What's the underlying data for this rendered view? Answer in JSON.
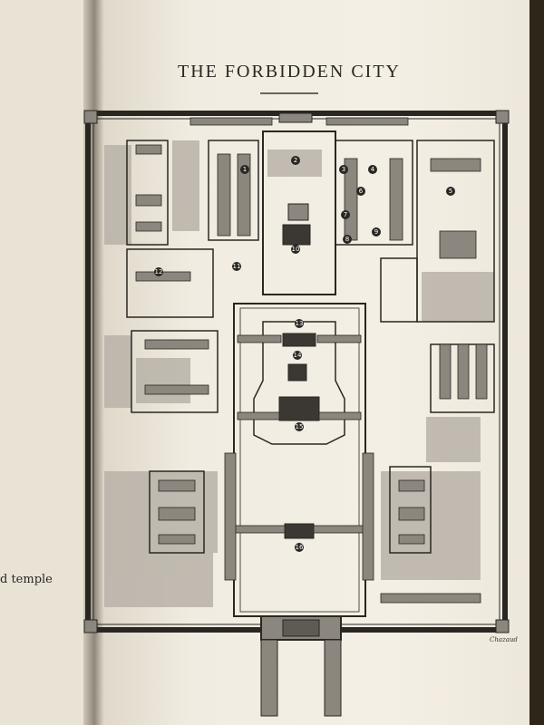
{
  "page": {
    "title": "THE FORBIDDEN CITY",
    "left_page_text": "d temple",
    "map_credit": "Chazaud"
  },
  "colors": {
    "paper": "#f4efe5",
    "ink": "#2a2622",
    "building": "#8b867e",
    "dark_hall": "#3b3834",
    "texture": "#b8b2a8"
  },
  "map": {
    "markers": [
      "1",
      "2",
      "3",
      "4",
      "5",
      "6",
      "7",
      "8",
      "9",
      "10",
      "11",
      "12",
      "13",
      "14",
      "15",
      "16"
    ]
  }
}
